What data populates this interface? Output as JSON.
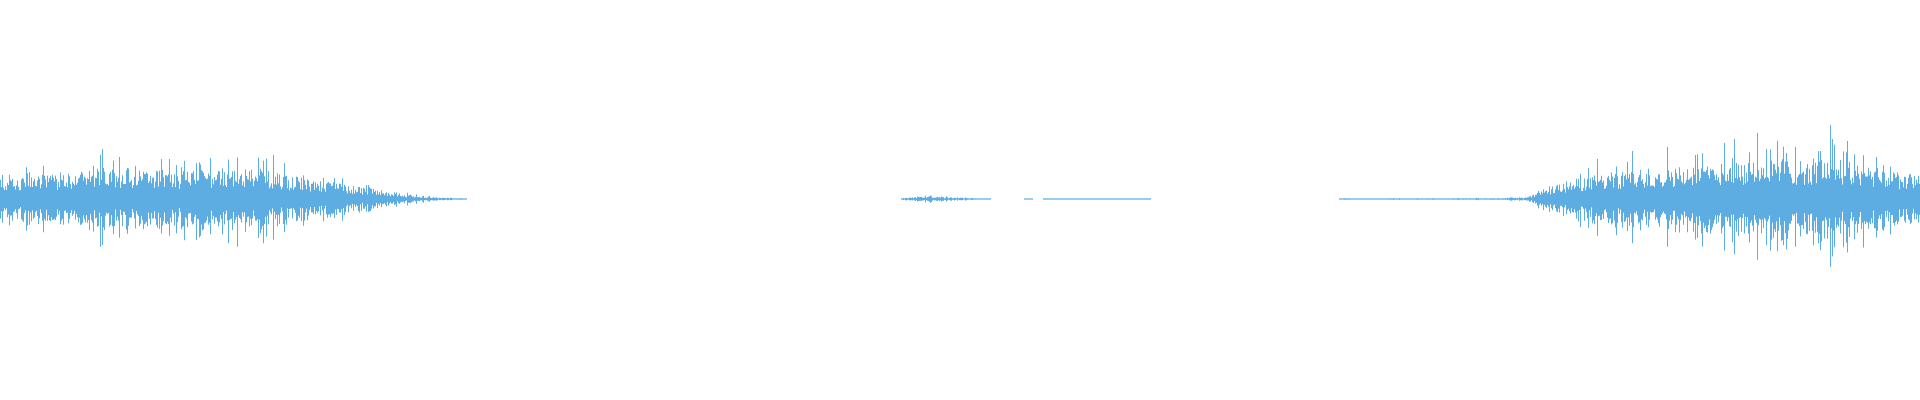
{
  "waveform": {
    "color": "#5dade2",
    "background": "#ffffff",
    "envelope": [
      [
        0.0,
        0.1
      ],
      [
        0.01,
        0.11
      ],
      [
        0.03,
        0.13
      ],
      [
        0.05,
        0.17
      ],
      [
        0.06,
        0.16
      ],
      [
        0.08,
        0.15
      ],
      [
        0.1,
        0.14
      ],
      [
        0.12,
        0.16
      ],
      [
        0.14,
        0.15
      ],
      [
        0.15,
        0.12
      ],
      [
        0.17,
        0.09
      ],
      [
        0.19,
        0.06
      ],
      [
        0.205,
        0.035
      ],
      [
        0.215,
        0.018
      ],
      [
        0.23,
        0.006
      ],
      [
        0.242,
        0.003
      ],
      [
        0.243,
        0.0
      ],
      [
        0.469,
        0.0
      ],
      [
        0.47,
        0.006
      ],
      [
        0.478,
        0.012
      ],
      [
        0.486,
        0.013
      ],
      [
        0.494,
        0.01
      ],
      [
        0.508,
        0.004
      ],
      [
        0.516,
        0.0
      ],
      [
        0.533,
        0.0
      ],
      [
        0.534,
        0.002
      ],
      [
        0.538,
        0.0
      ],
      [
        0.543,
        0.0
      ],
      [
        0.544,
        0.002
      ],
      [
        0.598,
        0.002
      ],
      [
        0.599,
        0.0
      ],
      [
        0.697,
        0.0
      ],
      [
        0.698,
        0.003
      ],
      [
        0.74,
        0.003
      ],
      [
        0.775,
        0.004
      ],
      [
        0.795,
        0.008
      ],
      [
        0.805,
        0.05
      ],
      [
        0.815,
        0.09
      ],
      [
        0.83,
        0.12
      ],
      [
        0.85,
        0.15
      ],
      [
        0.87,
        0.17
      ],
      [
        0.88,
        0.16
      ],
      [
        0.9,
        0.19
      ],
      [
        0.915,
        0.2
      ],
      [
        0.925,
        0.21
      ],
      [
        0.945,
        0.19
      ],
      [
        0.955,
        0.22
      ],
      [
        0.965,
        0.18
      ],
      [
        0.98,
        0.15
      ],
      [
        1.0,
        0.12
      ]
    ],
    "spikes": [
      [
        0.053,
        0.25
      ],
      [
        0.062,
        0.21
      ],
      [
        0.088,
        0.2
      ],
      [
        0.142,
        0.22
      ],
      [
        0.148,
        0.18
      ],
      [
        0.832,
        0.2
      ],
      [
        0.85,
        0.24
      ],
      [
        0.868,
        0.26
      ],
      [
        0.883,
        0.22
      ],
      [
        0.898,
        0.28
      ],
      [
        0.903,
        0.3
      ],
      [
        0.915,
        0.33
      ],
      [
        0.92,
        0.25
      ],
      [
        0.935,
        0.26
      ],
      [
        0.947,
        0.24
      ],
      [
        0.953,
        0.37
      ],
      [
        0.962,
        0.29
      ],
      [
        0.977,
        0.21
      ]
    ]
  }
}
